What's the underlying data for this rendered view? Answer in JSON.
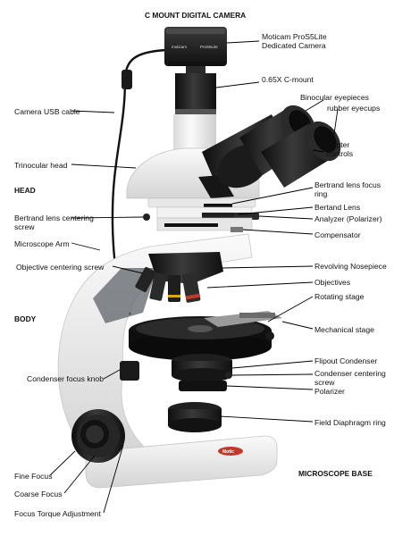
{
  "header": {
    "title": "C MOUNT DIGITAL CAMERA"
  },
  "sections": {
    "head": "HEAD",
    "body": "BODY",
    "base": "MICROSCOPE BASE"
  },
  "left_labels": {
    "camera_usb": "Camera USB cable",
    "trinocular": "Trinocular head",
    "bertrand_center_l1": "Bertrand lens centering",
    "bertrand_center_l2": "screw",
    "arm": "Microscope Arm",
    "objective_center": "Objective centering screw",
    "condenser_focus": "Condenser focus knob",
    "fine_focus": "Fine Focus",
    "coarse_focus": "Coarse Focus",
    "focus_torque": "Focus Torque Adjustment"
  },
  "right_labels": {
    "camera_l1": "Moticam ProS5Lite",
    "camera_l2": "Dedicated Camera",
    "cmount": "0.65X C-mount",
    "eyepieces": "Binocular eyepieces",
    "eyecups": "rubber eyecups",
    "diopter_l1": "diopter",
    "diopter_l2": "controls",
    "bertrand_focus_l1": "Bertrand lens focus",
    "bertrand_focus_l2": "ring",
    "bertrand_lens": "Bertand Lens",
    "analyzer": "Analyzer (Polarizer)",
    "compensator": "Compensator",
    "nosepiece": "Revolving Nosepiece",
    "objectives": "Objectives",
    "rotating_stage": "Rotating stage",
    "mechanical_stage": "Mechanical stage",
    "flipout": "Flipout Condenser",
    "cond_center_l1": "Condenser centering",
    "cond_center_l2": "screw",
    "polarizer": "Polarizer",
    "field_diaphragm": "Field Diaphragm ring"
  },
  "device": {
    "camera_brand": "moticam",
    "camera_model": "ProS5Lite",
    "base_logo": "Motic"
  },
  "colors": {
    "body": "#efefef",
    "dark": "#1c1c1c",
    "accent": "#c0392b",
    "leader": "#000000"
  }
}
